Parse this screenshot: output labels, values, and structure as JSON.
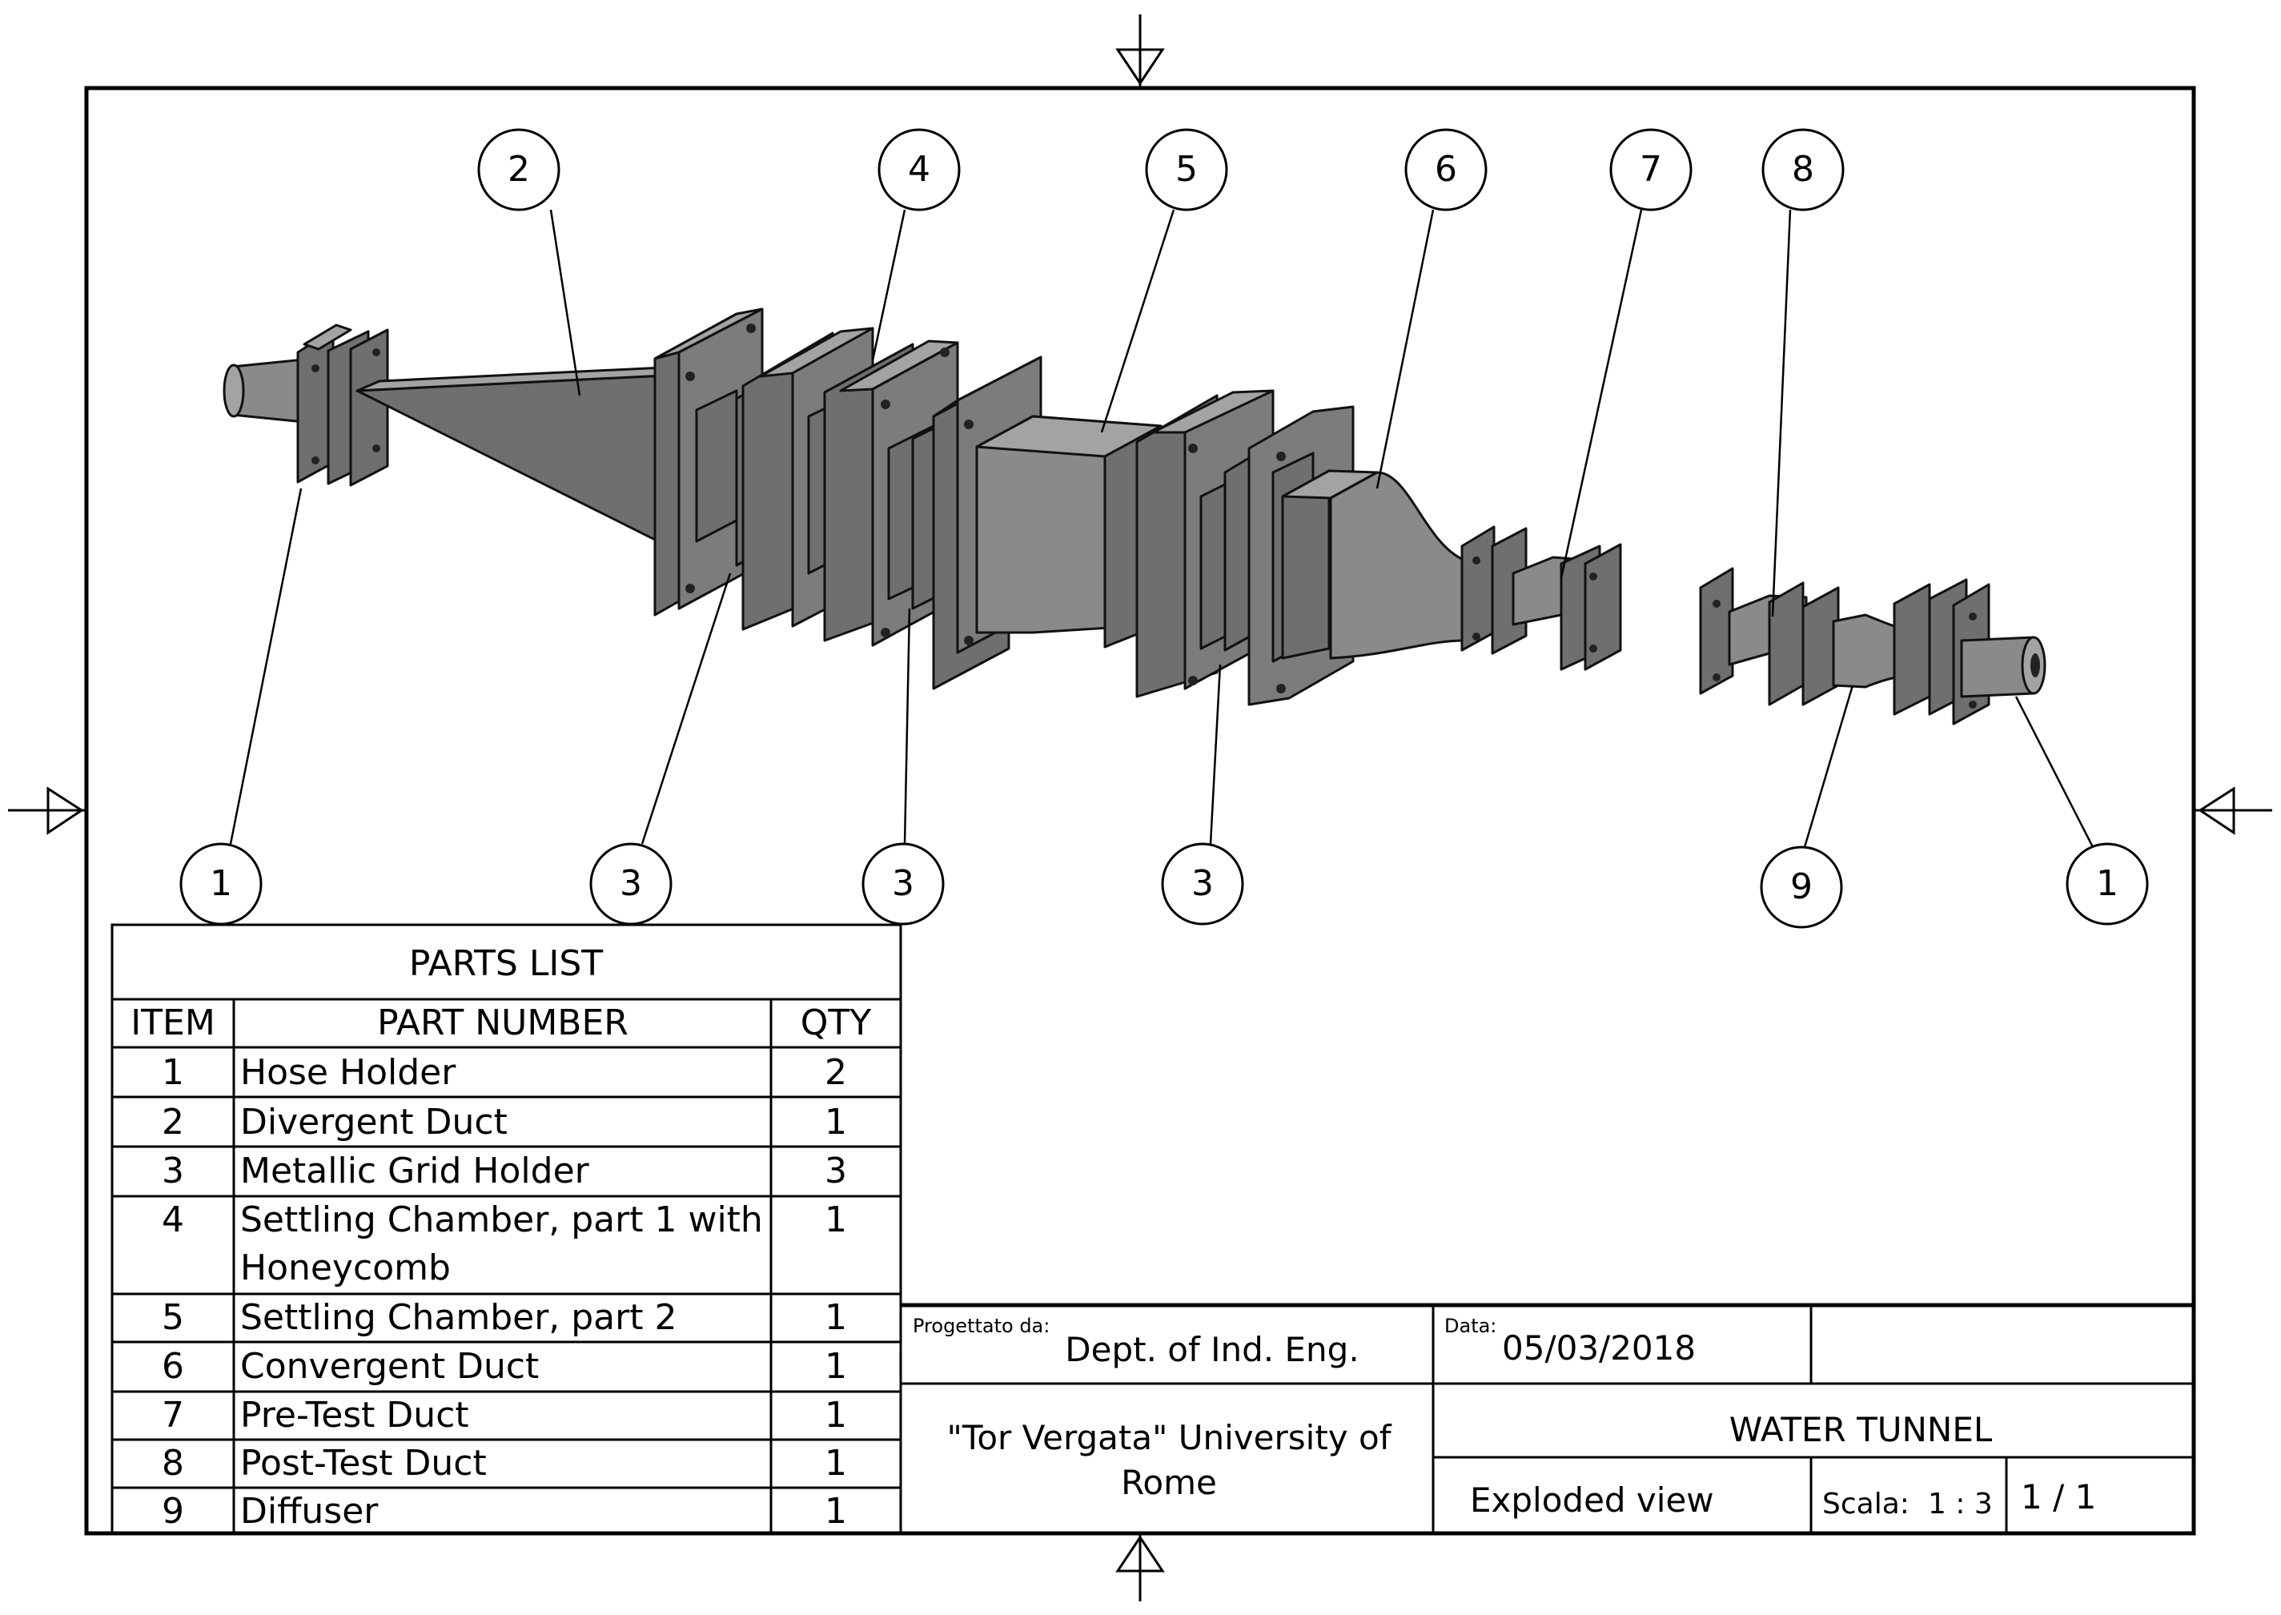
{
  "bubbles": [
    {
      "label": "2"
    },
    {
      "label": "4"
    },
    {
      "label": "5"
    },
    {
      "label": "6"
    },
    {
      "label": "7"
    },
    {
      "label": "8"
    },
    {
      "label": "1"
    },
    {
      "label": "3"
    },
    {
      "label": "3"
    },
    {
      "label": "3"
    },
    {
      "label": "9"
    },
    {
      "label": "1"
    }
  ],
  "parts_list": {
    "title": "PARTS LIST",
    "headers": {
      "item": "ITEM",
      "part_number": "PART NUMBER",
      "qty": "QTY"
    },
    "rows": [
      {
        "item": "1",
        "part": "Hose Holder",
        "qty": "2"
      },
      {
        "item": "2",
        "part": "Divergent Duct",
        "qty": "1"
      },
      {
        "item": "3",
        "part": "Metallic Grid Holder",
        "qty": "3"
      },
      {
        "item": "4",
        "part": "Settling Chamber, part 1 with",
        "part_line2": "Honeycomb",
        "qty": "1"
      },
      {
        "item": "5",
        "part": "Settling Chamber, part 2",
        "qty": "1"
      },
      {
        "item": "6",
        "part": "Convergent Duct",
        "qty": "1"
      },
      {
        "item": "7",
        "part": "Pre-Test Duct",
        "qty": "1"
      },
      {
        "item": "8",
        "part": "Post-Test Duct",
        "qty": "1"
      },
      {
        "item": "9",
        "part": "Diffuser",
        "qty": "1"
      }
    ]
  },
  "title_block": {
    "designed_by_label": "Progettato da:",
    "designed_by": "Dept. of Ind. Eng.",
    "date_label": "Data:",
    "date": "05/03/2018",
    "university_line1": "\"Tor Vergata\" University of",
    "university_line2": "Rome",
    "title": "WATER TUNNEL",
    "view": "Exploded view",
    "scale_label": "Scala:",
    "scale_value": "1 : 3",
    "sheet": "1 / 1"
  }
}
